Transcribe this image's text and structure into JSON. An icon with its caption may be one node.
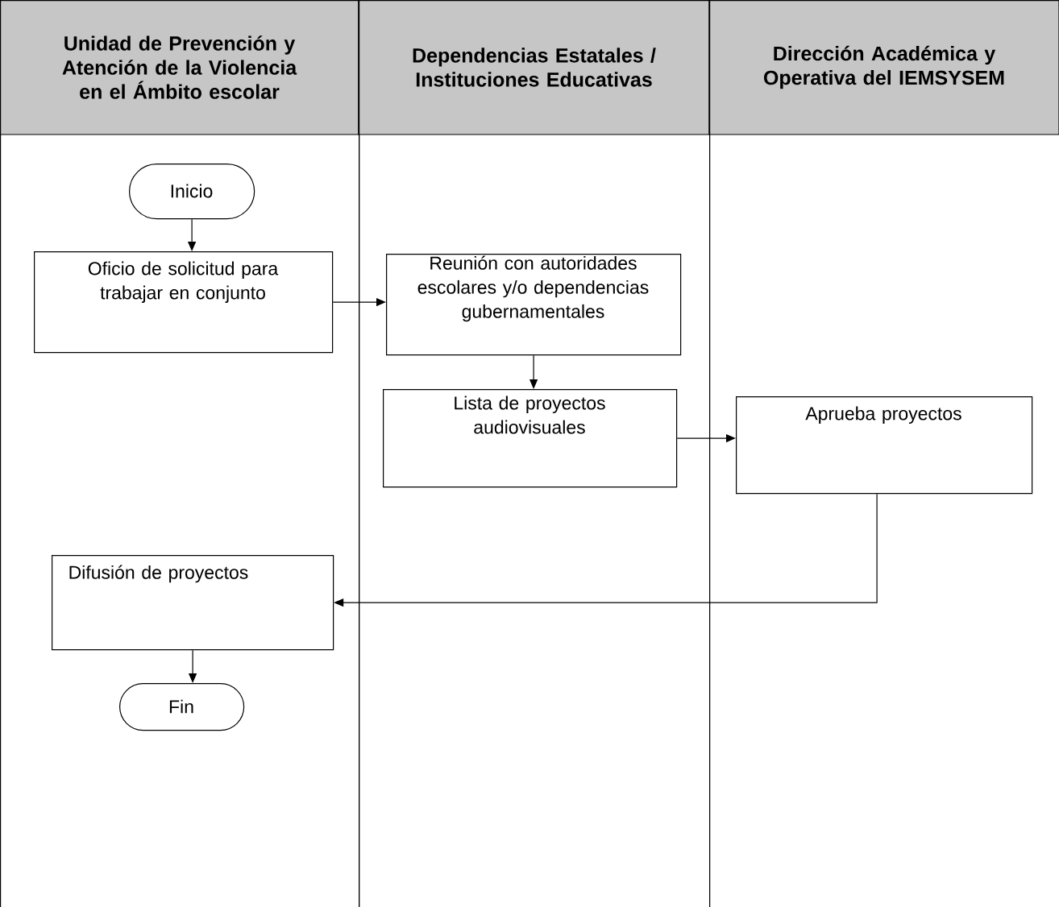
{
  "diagram": {
    "nodes": [
      {
        "text": [
          "Unidad de Prevención y Atención de la Violencia en el Ámbito escolar"
        ]
      },
      {
        "text": [
          "Dependencias Estatales / Instituciones Educativas"
        ]
      },
      {
        "text": [
          "Dirección Académica y Operativa del IEMSYSEM"
        ]
      },
      {
        "text": [
          "Inicio"
        ],
        "in": 0
      },
      {
        "text": [
          "Oficio de solicitud para trabajar en conjunto"
        ],
        "in": 0
      },
      {
        "text": [
          "Reunión con autoridades escolares y/o dependencias gubernamentales"
        ],
        "in": 1
      },
      {
        "text": [
          "Lista de proyectos audiovisuales"
        ],
        "in": 1
      },
      {
        "text": [
          "Aprueba proyectos"
        ],
        "in": 2
      },
      {
        "text": [
          "Difusión de proyectos"
        ],
        "in": 0
      },
      {
        "text": [
          "Fin"
        ],
        "in": 0
      }
    ],
    "edges": [
      {
        "from": 3,
        "to": 4,
        "arrow": "to"
      },
      {
        "from": 4,
        "to": 5,
        "arrow": "to"
      },
      {
        "from": 5,
        "to": 6,
        "arrow": "to"
      },
      {
        "from": 6,
        "to": 7,
        "arrow": "to"
      },
      {
        "from": 7,
        "to": 8,
        "arrow": "to"
      },
      {
        "from": 8,
        "to": 9,
        "arrow": "to"
      }
    ]
  }
}
